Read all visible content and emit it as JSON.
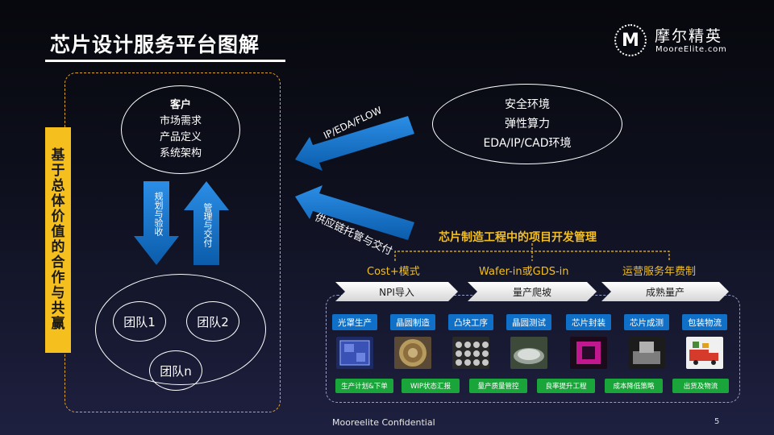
{
  "slide": {
    "title": "芯片设计服务平台图解"
  },
  "logo": {
    "mark": "M",
    "name_cn": "摩尔精英",
    "name_en": "MooreElite.com"
  },
  "left_panel": {
    "banner_chars": [
      "基",
      "于",
      "总",
      "体",
      "价",
      "值",
      "的",
      "合",
      "作",
      "与",
      "共",
      "赢"
    ],
    "customer": {
      "heading": "客户",
      "lines": [
        "市场需求",
        "产品定义",
        "系统架构"
      ]
    },
    "arrow_down_label": "规划与验收",
    "arrow_up_label": "管理与交付",
    "teams": [
      "团队1",
      "团队2",
      "团队n"
    ]
  },
  "cloud": {
    "lines": [
      "安全环境",
      "弹性算力",
      "EDA/IP/CAD环境"
    ]
  },
  "arrows": {
    "ip_flow": "IP/EDA/FLOW",
    "supply_chain": "供应链托管与交付"
  },
  "manufacturing": {
    "title": "芯片制造工程中的项目开发管理",
    "bracket_labels": [
      "Cost+模式",
      "Wafer-in或GDS-in",
      "运营服务年费制"
    ],
    "phases": [
      "NPI导入",
      "量产爬坡",
      "成熟量产"
    ],
    "steps": [
      "光罩生产",
      "晶圆制造",
      "凸块工序",
      "晶圆测试",
      "芯片封装",
      "芯片成测",
      "包装物流"
    ],
    "tags": [
      "生产计划&下单",
      "WIP状态汇报",
      "量产质量管控",
      "良率提升工程",
      "成本降低策略",
      "出货及物流"
    ]
  },
  "footer": {
    "confidential": "Mooreelite Confidential",
    "page": "5"
  },
  "colors": {
    "accent_yellow": "#f5bf1e",
    "arrow_blue": "#1070c8",
    "tag_green": "#1aa53a",
    "frame_orange": "#e2a52b"
  }
}
